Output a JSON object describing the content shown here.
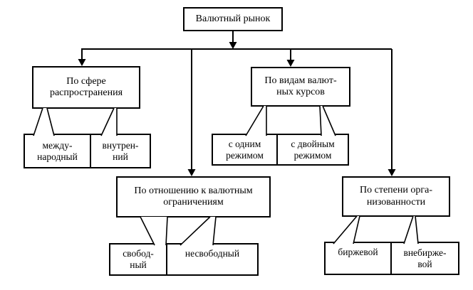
{
  "diagram": {
    "title": "Валютный рынок",
    "root": {
      "label": "Валютный рынок"
    },
    "branches": [
      {
        "label": "По сфере\nраспространения",
        "children": [
          {
            "label": "между-\nнародный"
          },
          {
            "label": "внутрен-\nний"
          }
        ]
      },
      {
        "label": "По видам валют-\nных курсов",
        "children": [
          {
            "label": "с одним\nрежимом"
          },
          {
            "label": "с двойным\nрежимом"
          }
        ]
      },
      {
        "label": "По отношению к валютным\nограничениям",
        "children": [
          {
            "label": "свобод-\nный"
          },
          {
            "label": "несвободный"
          }
        ]
      },
      {
        "label": "По степени орга-\nнизованности",
        "children": [
          {
            "label": "биржевой"
          },
          {
            "label": "внебирже-\nвой"
          }
        ]
      }
    ],
    "colors": {
      "line": "#000000",
      "box_fill": "#ffffff",
      "text": "#000000",
      "background": "#ffffff"
    }
  }
}
